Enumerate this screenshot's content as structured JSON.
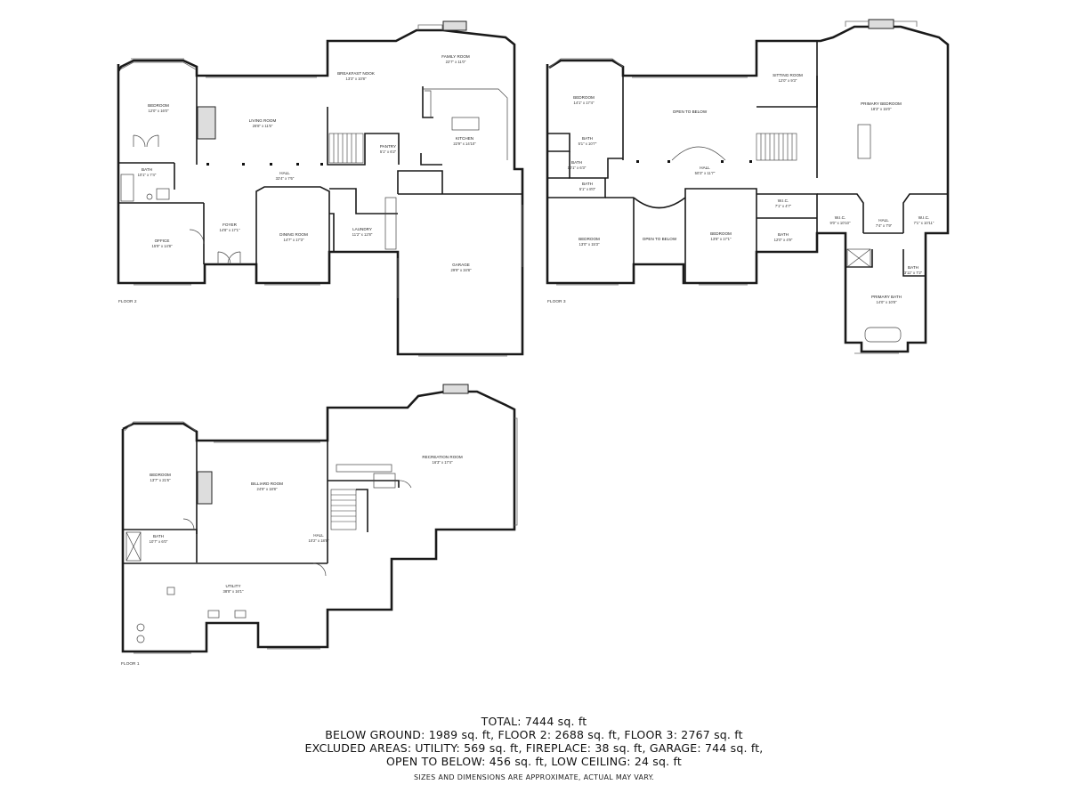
{
  "floors": [
    {
      "label": "FLOOR 2",
      "rooms": [
        {
          "id": "f2-bedroom",
          "name": "BEDROOM",
          "dim": "12'0\" x 16'0\""
        },
        {
          "id": "f2-living",
          "name": "LIVING ROOM",
          "dim": "26'8\" x 11'5\""
        },
        {
          "id": "f2-breakfast",
          "name": "BREAKFAST NOOK",
          "dim": "13'3\" x 10'8\""
        },
        {
          "id": "f2-family",
          "name": "FAMILY ROOM",
          "dim": "22'7\" x 11'0\""
        },
        {
          "id": "f2-kitchen",
          "name": "KITCHEN",
          "dim": "22'9\" x 14'10\""
        },
        {
          "id": "f2-pantry",
          "name": "PANTRY",
          "dim": "5'1\" x 6'2\""
        },
        {
          "id": "f2-bath",
          "name": "BATH",
          "dim": "10'1\" x 7'4\""
        },
        {
          "id": "f2-hall",
          "name": "HALL",
          "dim": "32'4\" x 7'6\""
        },
        {
          "id": "f2-foyer",
          "name": "FOYER",
          "dim": "14'8\" x 17'1\""
        },
        {
          "id": "f2-office",
          "name": "OFFICE",
          "dim": "15'9\" x 14'8\""
        },
        {
          "id": "f2-dining",
          "name": "DINING ROOM",
          "dim": "14'7\" x 17'3\""
        },
        {
          "id": "f2-laundry",
          "name": "LAUNDRY",
          "dim": "11'2\" x 12'8\""
        },
        {
          "id": "f2-garage",
          "name": "GARAGE",
          "dim": "29'9\" x 34'8\""
        }
      ]
    },
    {
      "label": "FLOOR 3",
      "rooms": [
        {
          "id": "f3-bedroom-a",
          "name": "BEDROOM",
          "dim": "14'1\" x 17'4\""
        },
        {
          "id": "f3-open-above",
          "name": "OPEN TO BELOW",
          "dim": ""
        },
        {
          "id": "f3-sitting",
          "name": "SITTING ROOM",
          "dim": "12'0\" x 9'3\""
        },
        {
          "id": "f3-primary-bed",
          "name": "PRIMARY BEDROOM",
          "dim": "18'3\" x 15'0\""
        },
        {
          "id": "f3-bath-a",
          "name": "BATH",
          "dim": "5'1\" x 10'7\""
        },
        {
          "id": "f3-bath-b",
          "name": "BATH",
          "dim": "10'1\" x 6'3\""
        },
        {
          "id": "f3-bath-c",
          "name": "BATH",
          "dim": "5'1\" x 8'0\""
        },
        {
          "id": "f3-hall",
          "name": "HALL",
          "dim": "50'3\" x 11'7\""
        },
        {
          "id": "f3-wic-a",
          "name": "W.I.C.",
          "dim": "7'1\" x 4'7\""
        },
        {
          "id": "f3-wic-b",
          "name": "W.I.C.",
          "dim": "9'0\" x 10'10\""
        },
        {
          "id": "f3-hall-b",
          "name": "HALL",
          "dim": "7'4\" x 7'9\""
        },
        {
          "id": "f3-wic-c",
          "name": "W.I.C.",
          "dim": "7'1\" x 10'11\""
        },
        {
          "id": "f3-bath-d",
          "name": "BATH",
          "dim": "12'0\" x 4'9\""
        },
        {
          "id": "f3-bedroom-b",
          "name": "BEDROOM",
          "dim": "13'0\" x 15'3\""
        },
        {
          "id": "f3-open-below",
          "name": "OPEN TO BELOW",
          "dim": ""
        },
        {
          "id": "f3-bedroom-c",
          "name": "BEDROOM",
          "dim": "13'8\" x 17'1\""
        },
        {
          "id": "f3-bath-e",
          "name": "BATH",
          "dim": "3'11\" x 7'2\""
        },
        {
          "id": "f3-primary-bath",
          "name": "PRIMARY BATH",
          "dim": "14'0\" x 10'8\""
        }
      ]
    },
    {
      "label": "FLOOR 1",
      "rooms": [
        {
          "id": "f1-bedroom",
          "name": "BEDROOM",
          "dim": "13'7\" x 21'6\""
        },
        {
          "id": "f1-billiard",
          "name": "BILLIARD ROOM",
          "dim": "24'9\" x 18'8\""
        },
        {
          "id": "f1-recreation",
          "name": "RECREATION ROOM",
          "dim": "16'3\" x 17'4\""
        },
        {
          "id": "f1-bath",
          "name": "BATH",
          "dim": "10'7\" x 6'0\""
        },
        {
          "id": "f1-hall",
          "name": "HALL",
          "dim": "10'2\" x 18'8\""
        },
        {
          "id": "f1-utility",
          "name": "UTILITY",
          "dim": "38'8\" x 16'1\""
        }
      ]
    }
  ],
  "summary": {
    "total": "TOTAL: 7444 sq. ft",
    "line2": "BELOW GROUND: 1989 sq. ft, FLOOR 2: 2688 sq. ft, FLOOR 3: 2767 sq. ft",
    "line3": "EXCLUDED AREAS: UTILITY: 569 sq. ft, FIREPLACE: 38 sq. ft, GARAGE: 744 sq. ft,",
    "line4": "OPEN TO BELOW: 456 sq. ft, LOW CEILING: 24 sq. ft"
  },
  "disclaimer": "SIZES AND DIMENSIONS ARE APPROXIMATE, ACTUAL MAY VARY."
}
